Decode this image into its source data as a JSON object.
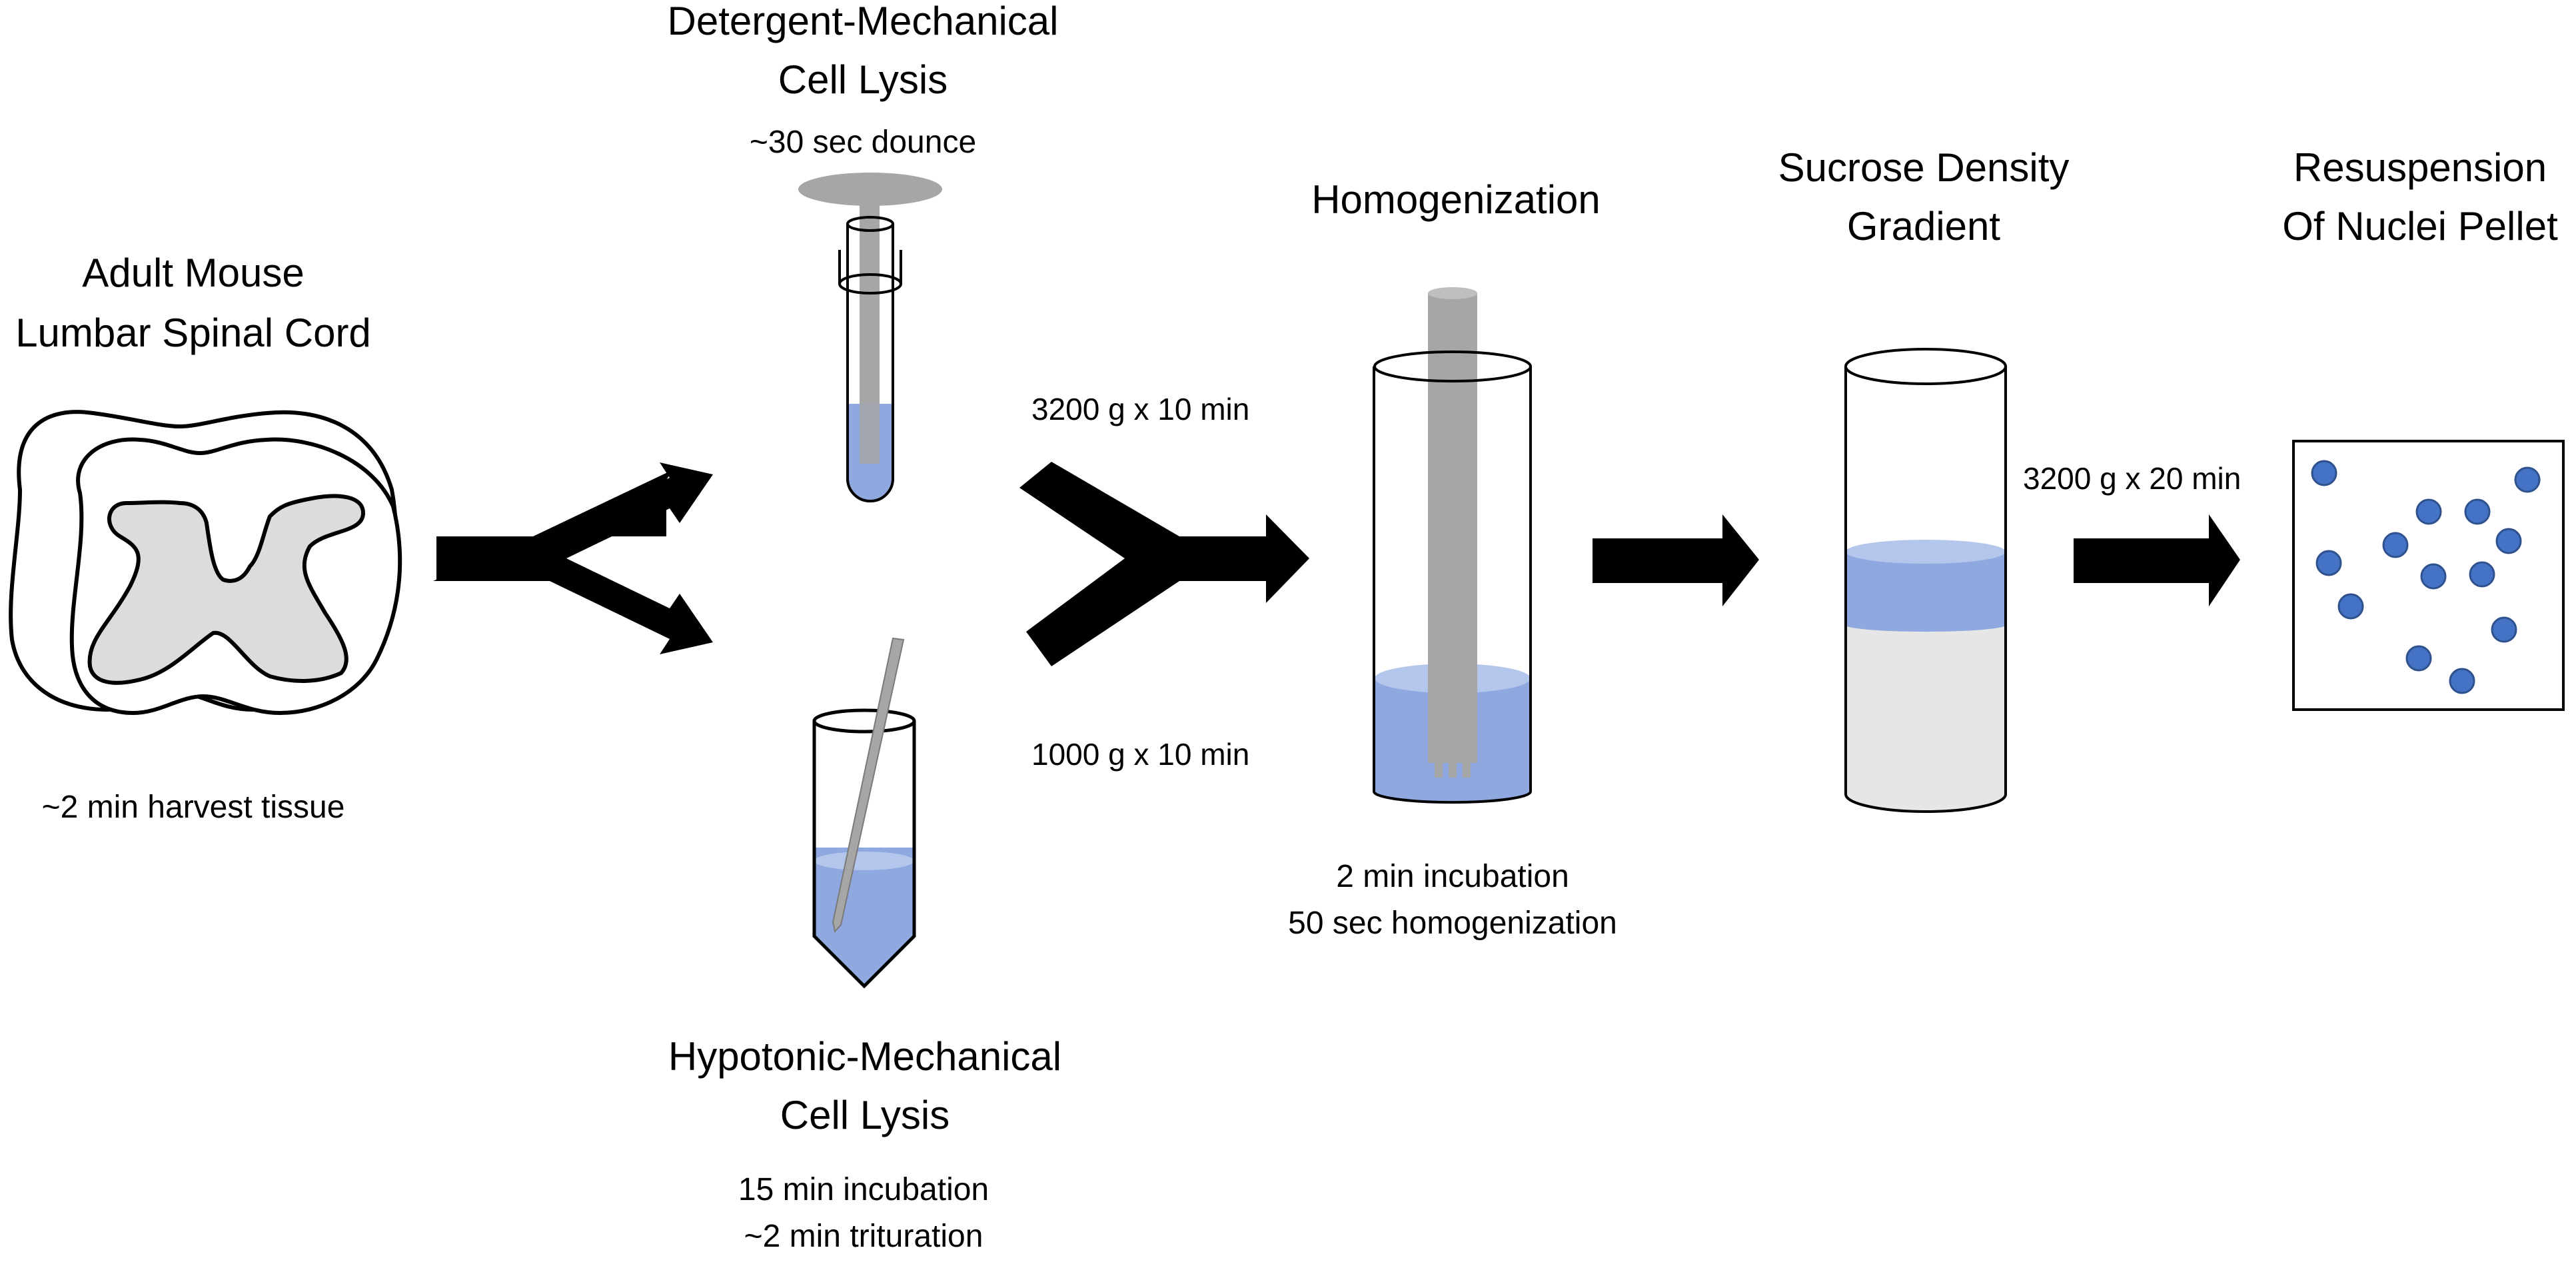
{
  "steps": {
    "tissue": {
      "title_1": "Adult Mouse",
      "title_2": "Lumbar Spinal Cord",
      "time": "~2 min harvest tissue"
    },
    "detergent": {
      "title_1": "Detergent-Mechanical",
      "title_2": "Cell Lysis",
      "time": "~30 sec dounce"
    },
    "hypotonic": {
      "title_1": "Hypotonic-Mechanical",
      "title_2": "Cell Lysis",
      "time_1": "15 min incubation",
      "time_2": "~2 min trituration"
    },
    "homogenization": {
      "title": "Homogenization",
      "time_1": "2 min incubation",
      "time_2": "50 sec homogenization"
    },
    "gradient": {
      "title_1": "Sucrose Density",
      "title_2": "Gradient"
    },
    "resuspension": {
      "title_1": "Resuspension",
      "title_2": "Of Nuclei Pellet"
    }
  },
  "centrifugation": {
    "detergent_branch": "3200 g x 10 min",
    "hypotonic_branch": "1000 g x 10 min",
    "after_gradient": "3200 g x 20 min"
  },
  "colors": {
    "liquid": "#8fa9e0",
    "liquid_surface": "#b4c6ec",
    "tool_gray": "#a6a6a6",
    "tissue_gray": "#dcdcdc",
    "sucrose": "#e6e6e6",
    "nuclei": "#4472c4",
    "arrow": "#000000"
  },
  "icons": [
    "spinal-cord-section-icon",
    "dounce-homogenizer-icon",
    "conical-tube-pipette-icon",
    "homogenizer-tube-icon",
    "gradient-tube-icon",
    "nuclei-pellet-icon"
  ]
}
